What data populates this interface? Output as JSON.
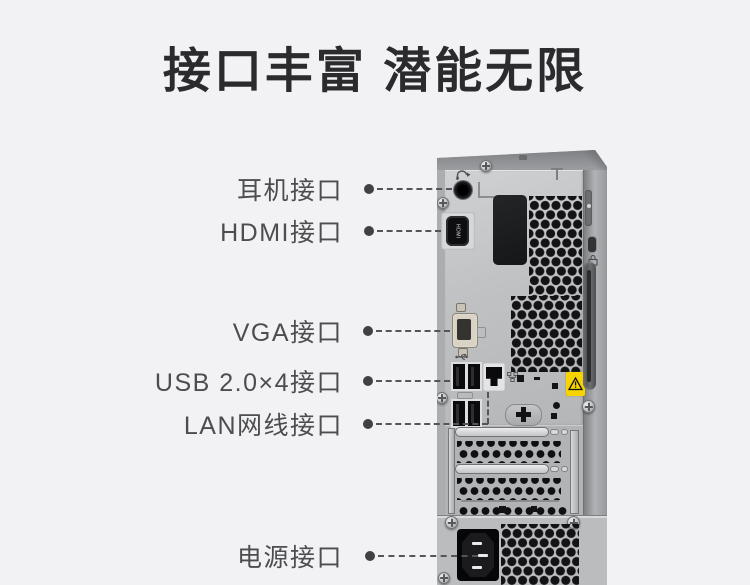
{
  "title": "接口丰富 潜能无限",
  "callouts": [
    {
      "name": "headphone-port",
      "label": "耳机接口"
    },
    {
      "name": "hdmi-port",
      "label": "HDMI接口"
    },
    {
      "name": "vga-port",
      "label": "VGA接口"
    },
    {
      "name": "usb-ports",
      "label": "USB 2.0×4接口"
    },
    {
      "name": "lan-port",
      "label": "LAN网线接口"
    },
    {
      "name": "power-port",
      "label": "电源接口"
    }
  ],
  "tower": {
    "hdmi_port_text": "HDMI"
  },
  "colors": {
    "background": "#f2f2f4",
    "title": "#2b2b2d",
    "label": "#4b4d4f",
    "dash": "#53555a",
    "warning": "#f5d400"
  }
}
